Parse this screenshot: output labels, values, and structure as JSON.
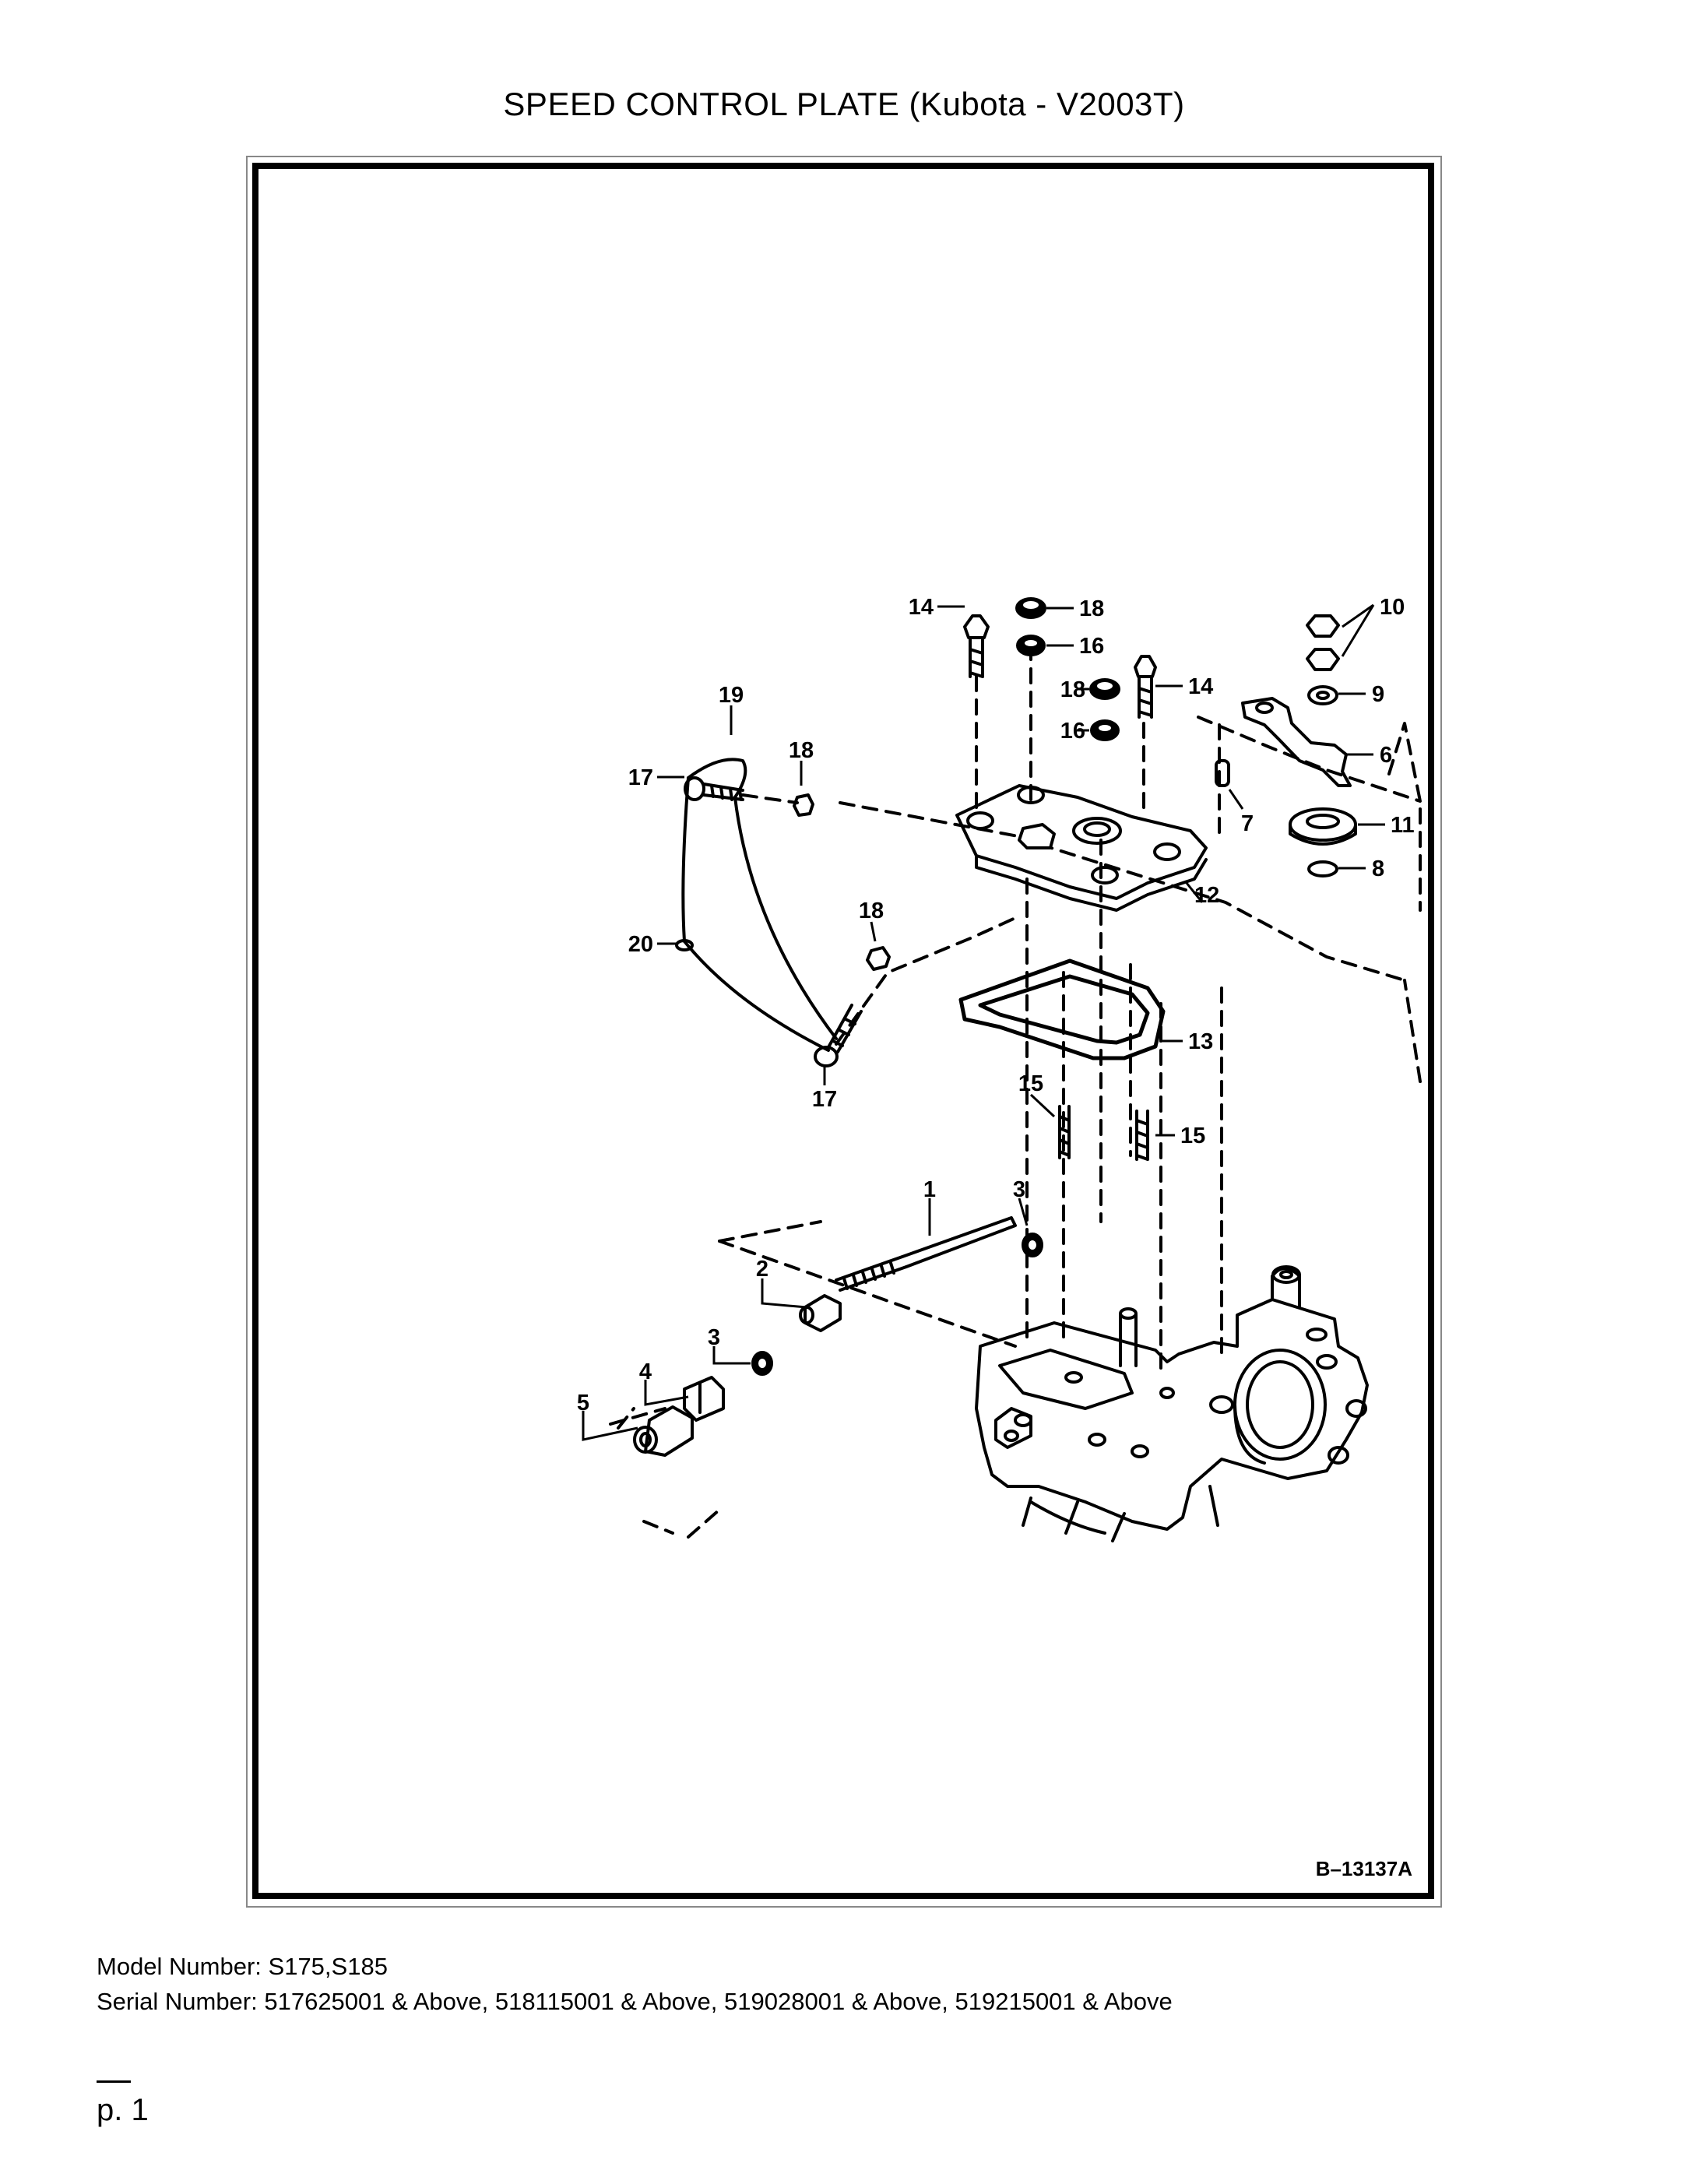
{
  "title": "SPEED CONTROL PLATE (Kubota - V2003T)",
  "figure": {
    "id": "B–13137A",
    "callouts": [
      "1",
      "2",
      "3",
      "3",
      "4",
      "5",
      "6",
      "7",
      "8",
      "9",
      "10",
      "11",
      "12",
      "13",
      "14",
      "14",
      "15",
      "15",
      "16",
      "16",
      "17",
      "17",
      "18",
      "18",
      "18",
      "18",
      "19",
      "20"
    ]
  },
  "footer": {
    "model": "Model Number: S175,S185",
    "serial": "Serial Number: 517625001 & Above, 518115001 & Above, 519028001 & Above, 519215001 & Above"
  },
  "page": "p. 1"
}
